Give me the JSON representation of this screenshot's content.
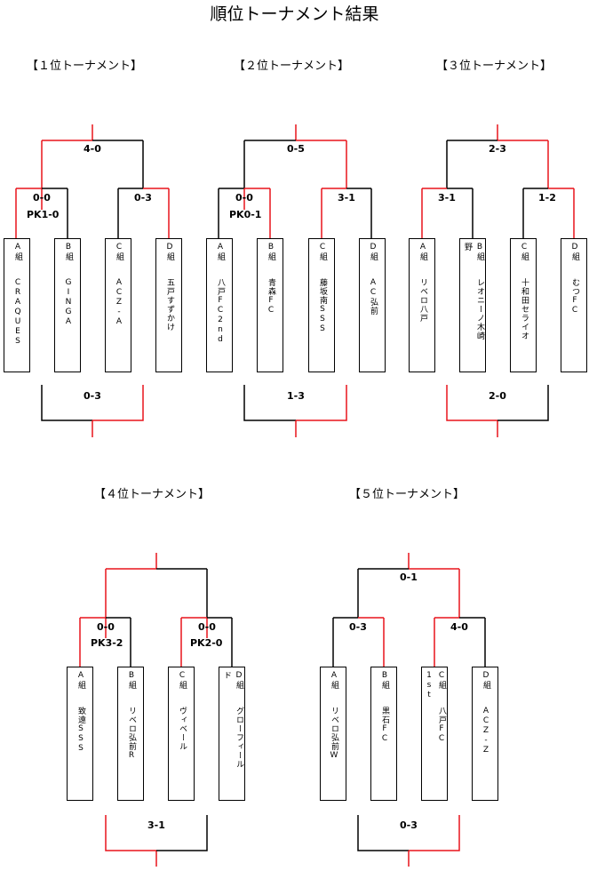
{
  "page_title": "順位トーナメント結果",
  "sections": {
    "t1": {
      "title": "【１位トーナメント】",
      "final_score": "4-0",
      "semi_left": "0-0",
      "semi_right": "0-3",
      "pk_left": "PK1-0",
      "third_place": "0-3",
      "teams": [
        {
          "group": "A組",
          "name": "CRAQUES"
        },
        {
          "group": "B組",
          "name": "GINGA"
        },
        {
          "group": "C組",
          "name": "ACZ-A"
        },
        {
          "group": "D組",
          "name": "五戸すずかけ"
        }
      ]
    },
    "t2": {
      "title": "【２位トーナメント】",
      "final_score": "0-5",
      "semi_left": "0-0",
      "semi_right": "3-1",
      "pk_left": "PK0-1",
      "third_place": "1-3",
      "teams": [
        {
          "group": "A組",
          "name": "八戸FC2nd"
        },
        {
          "group": "B組",
          "name": "青森FC"
        },
        {
          "group": "C組",
          "name": "藤坂南SSS"
        },
        {
          "group": "D組",
          "name": "AC弘前"
        }
      ]
    },
    "t3": {
      "title": "【３位トーナメント】",
      "final_score": "2-3",
      "semi_left": "3-1",
      "semi_right": "1-2",
      "third_place": "2-0",
      "teams": [
        {
          "group": "A組",
          "name": "リベロ八戸"
        },
        {
          "group": "B組",
          "name": "レオニーノ木崎",
          "extra": "野"
        },
        {
          "group": "C組",
          "name": "十和田セライオ"
        },
        {
          "group": "D組",
          "name": "むつFC"
        }
      ]
    },
    "t4": {
      "title": "【４位トーナメント】",
      "semi_left": "0-0",
      "semi_right": "0-0",
      "pk_left": "PK3-2",
      "pk_right": "PK2-0",
      "third_place": "3-1",
      "teams": [
        {
          "group": "A組",
          "name": "致遠SSS"
        },
        {
          "group": "B組",
          "name": "リベロ弘前R"
        },
        {
          "group": "C組",
          "name": "ヴィベール"
        },
        {
          "group": "D組",
          "name": "グローフィール",
          "extra": "ド"
        }
      ]
    },
    "t5": {
      "title": "【５位トーナメント】",
      "final_score": "0-1",
      "semi_left": "0-3",
      "semi_right": "4-0",
      "third_place": "0-3",
      "teams": [
        {
          "group": "A組",
          "name": "リベロ弘前W"
        },
        {
          "group": "B組",
          "name": "黒石FC"
        },
        {
          "group": "C組",
          "name": "八戸FC",
          "extra": "1st"
        },
        {
          "group": "D組",
          "name": "ACZ-Z"
        }
      ]
    }
  },
  "colors": {
    "winner_line": "#e8141b",
    "line": "#000000"
  }
}
